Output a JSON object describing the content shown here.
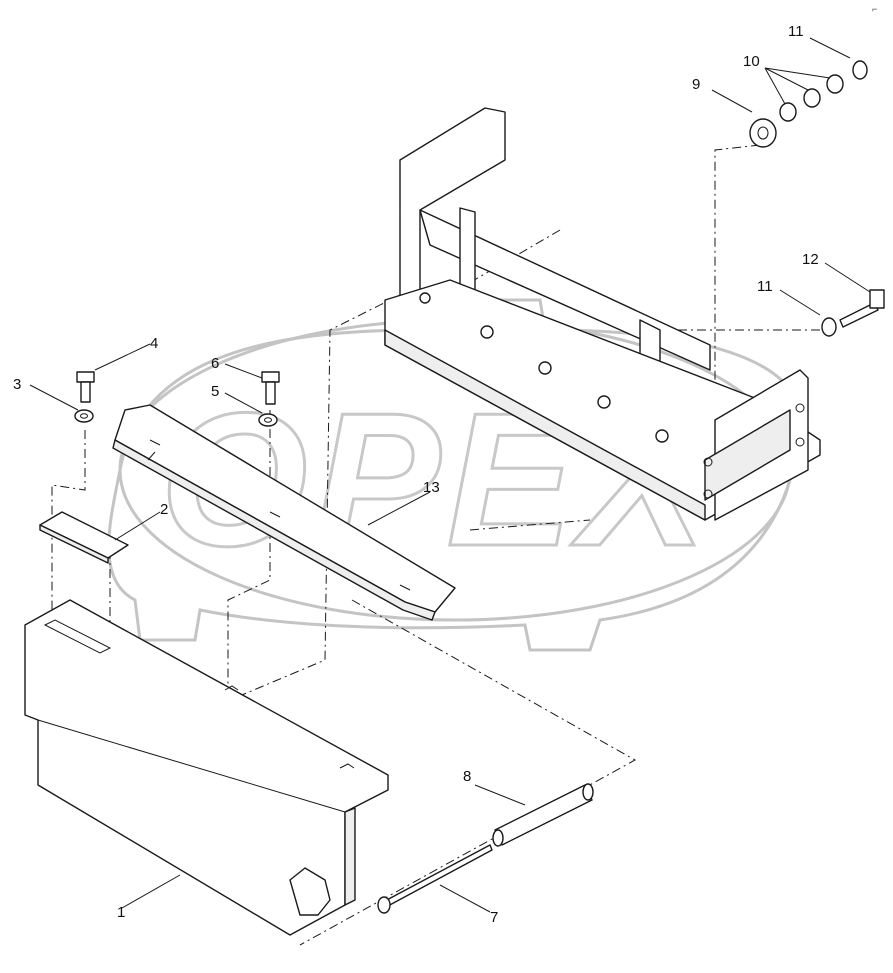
{
  "watermark": {
    "text": "OPEX",
    "color": "#c8c8c8"
  },
  "corner_mark": "⌐",
  "callouts": [
    {
      "id": "1",
      "label": "1"
    },
    {
      "id": "2",
      "label": "2"
    },
    {
      "id": "3",
      "label": "3"
    },
    {
      "id": "4",
      "label": "4"
    },
    {
      "id": "5",
      "label": "5"
    },
    {
      "id": "6",
      "label": "6"
    },
    {
      "id": "7",
      "label": "7"
    },
    {
      "id": "8",
      "label": "8"
    },
    {
      "id": "9",
      "label": "9"
    },
    {
      "id": "10",
      "label": "10"
    },
    {
      "id": "11a",
      "label": "11"
    },
    {
      "id": "11b",
      "label": "11"
    },
    {
      "id": "12",
      "label": "12"
    },
    {
      "id": "13",
      "label": "13"
    }
  ]
}
